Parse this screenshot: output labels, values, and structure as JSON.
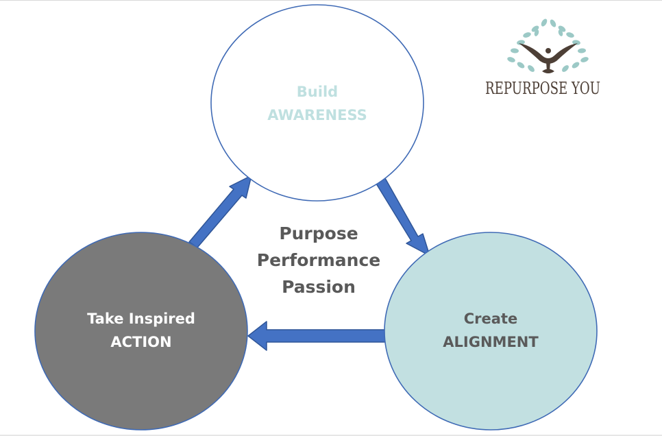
{
  "nodes": [
    {
      "id": "awareness",
      "line1": "Build",
      "line2": "AWARENESS",
      "fill": "#ffffff",
      "text_color": "#bfe0e0"
    },
    {
      "id": "alignment",
      "line1": "Create",
      "line2": "ALIGNMENT",
      "fill": "#c2e0e1",
      "text_color": "#5a5a5a"
    },
    {
      "id": "action",
      "line1": "Take Inspired",
      "line2": "ACTION",
      "fill": "#7a7a7a",
      "text_color": "#ffffff"
    }
  ],
  "center": {
    "line1": "Purpose",
    "line2": "Performance",
    "line3": "Passion",
    "color": "#595959"
  },
  "logo": {
    "text": "REPURPOSE YOU",
    "leaf_color": "#9cc9c6",
    "figure_color": "#4d3f36",
    "text_color": "#4d3f36"
  },
  "colors": {
    "circle_outline": "#3f6ab5",
    "arrow_fill": "#4472c4",
    "arrow_outline": "#2f5597"
  }
}
